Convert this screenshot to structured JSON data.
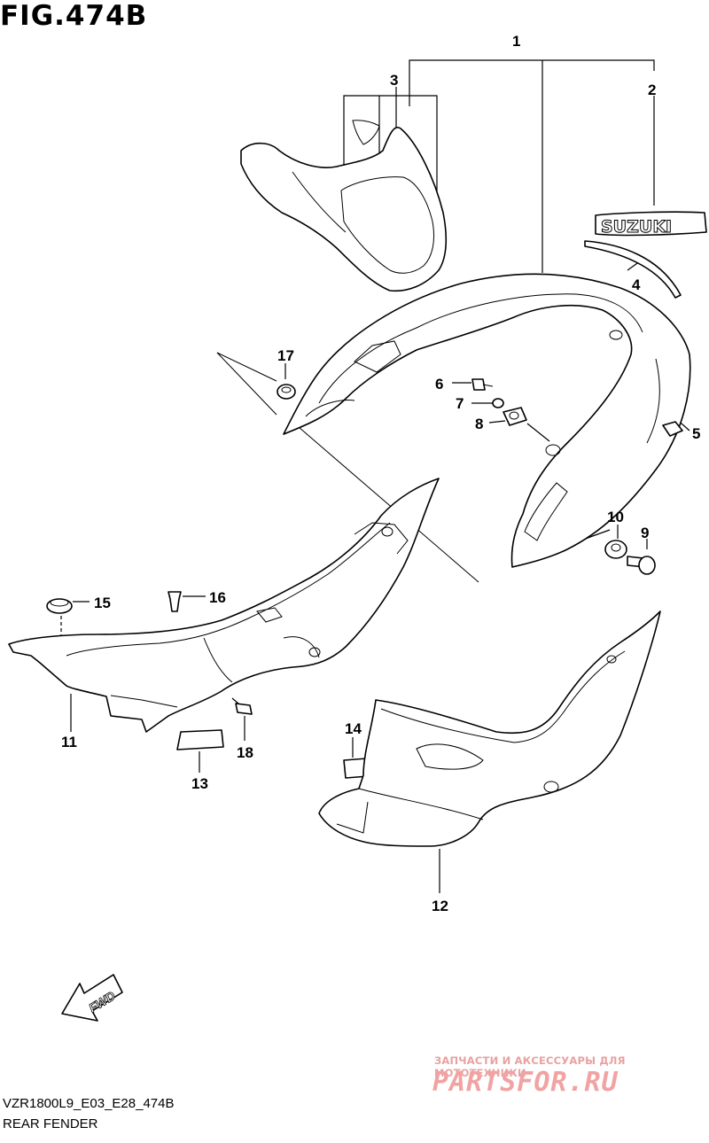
{
  "figure": {
    "title": "FIG.474B",
    "code": "VZR1800L9_E03_E28_474B",
    "caption": "REAR FENDER"
  },
  "emblem_text": "SUZUKI",
  "fwd_label": "FWD",
  "watermark": {
    "tagline": "ЗАПЧАСТИ И АКСЕССУАРЫ ДЛЯ МОТОТЕХНИКИ",
    "logo": "PARTSFOR.RU"
  },
  "callouts": [
    "1",
    "2",
    "3",
    "4",
    "5",
    "6",
    "7",
    "8",
    "9",
    "10",
    "11",
    "12",
    "13",
    "14",
    "15",
    "16",
    "17",
    "18"
  ]
}
